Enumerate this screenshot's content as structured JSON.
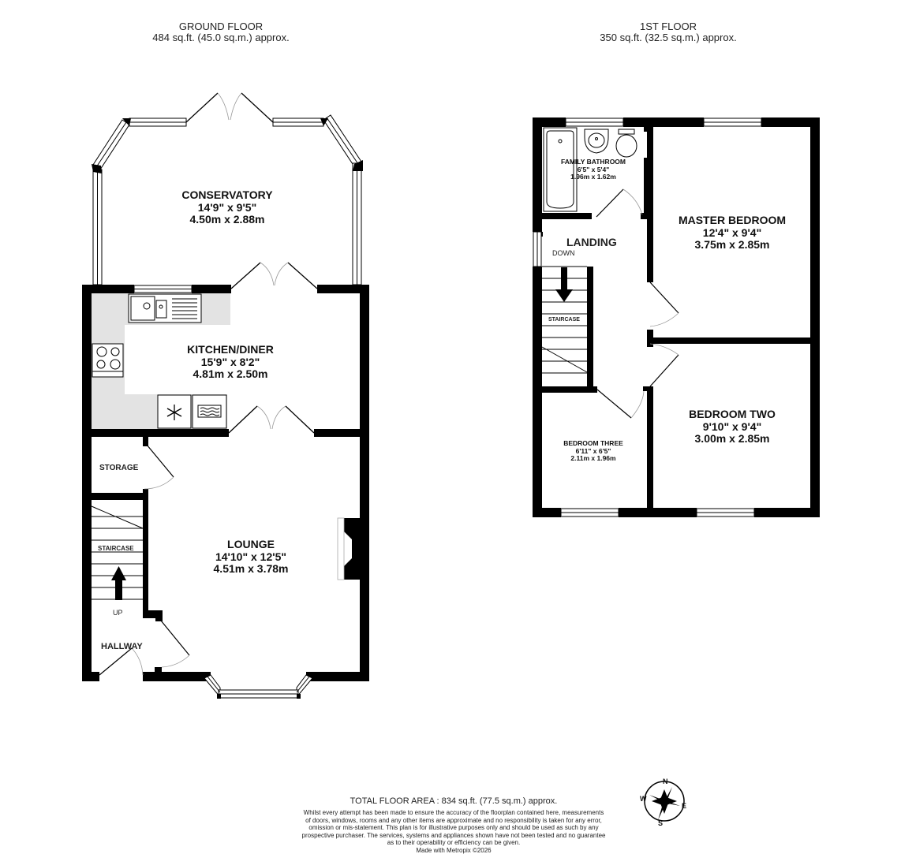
{
  "ground_floor": {
    "title": "GROUND FLOOR",
    "area": "484 sq.ft. (45.0 sq.m.) approx.",
    "rooms": {
      "conservatory": {
        "name": "CONSERVATORY",
        "imperial": "14'9\"  x 9'5\"",
        "metric": "4.50m  x 2.88m"
      },
      "kitchen_diner": {
        "name": "KITCHEN/DINER",
        "imperial": "15'9\"  x 8'2\"",
        "metric": "4.81m  x 2.50m"
      },
      "lounge": {
        "name": "LOUNGE",
        "imperial": "14'10\"  x 12'5\"",
        "metric": "4.51m  x 3.78m"
      },
      "storage": {
        "name": "STORAGE"
      },
      "staircase": {
        "name": "STAIRCASE"
      },
      "hallway": {
        "name": "HALLWAY"
      }
    },
    "stair_direction": "UP"
  },
  "first_floor": {
    "title": "1ST FLOOR",
    "area": "350 sq.ft. (32.5 sq.m.) approx.",
    "rooms": {
      "family_bathroom": {
        "name": "FAMILY BATHROOM",
        "imperial": "6'5\"  x 5'4\"",
        "metric": "1.96m  x 1.62m"
      },
      "master_bedroom": {
        "name": "MASTER BEDROOM",
        "imperial": "12'4\"  x 9'4\"",
        "metric": "3.75m  x 2.85m"
      },
      "landing": {
        "name": "LANDING"
      },
      "staircase": {
        "name": "STAIRCASE"
      },
      "bedroom_two": {
        "name": "BEDROOM TWO",
        "imperial": "9'10\"  x 9'4\"",
        "metric": "3.00m  x 2.85m"
      },
      "bedroom_three": {
        "name": "BEDROOM THREE",
        "imperial": "6'11\"  x 6'5\"",
        "metric": "2.11m  x 1.96m"
      }
    },
    "stair_direction": "DOWN"
  },
  "footer": {
    "total_area": "TOTAL FLOOR AREA : 834 sq.ft. (77.5 sq.m.) approx.",
    "disclaimer_lines": [
      "Whilst every attempt has been made to ensure the accuracy of the floorplan contained here, measurements",
      "of doors, windows, rooms and any other items are approximate and no responsibility is taken for any error,",
      "omission or mis-statement. This plan is for illustrative purposes only and should be used as such by any",
      "prospective purchaser. The services, systems and appliances shown have not been tested and no guarantee",
      "as to their operability or efficiency can be given.",
      "Made with Metropix ©2026"
    ]
  },
  "compass": {
    "n": "N",
    "e": "E",
    "s": "S",
    "w": "W",
    "icon": "compass-rose-icon"
  },
  "colors": {
    "wall": "#000000",
    "kitchen_counter": "#e3e3e3",
    "background": "#ffffff"
  }
}
